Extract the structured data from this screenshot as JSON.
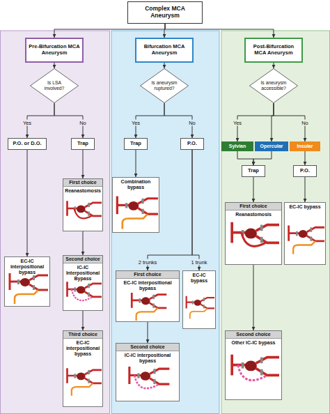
{
  "diagram": {
    "nodes": [
      {
        "text": [
          "Complex MCA Aneurysm"
        ]
      },
      {
        "text": [
          "Pre-Bifurcation MCA Aneurysm"
        ]
      },
      {
        "text": [
          "Bifurcation MCA Aneurysm"
        ]
      },
      {
        "text": [
          "Post-Bifurcation MCA Aneurysm"
        ]
      },
      {
        "text": [
          "Is LSA involved?"
        ]
      },
      {
        "text": [
          "Is aneurysm ruptured?"
        ]
      },
      {
        "text": [
          "Is aneurysm accessible?"
        ]
      },
      {
        "text": [
          "P.O. or D.O."
        ]
      },
      {
        "text": [
          "Trap"
        ]
      },
      {
        "text": [
          "Trap"
        ]
      },
      {
        "text": [
          "P.O."
        ]
      },
      {
        "text": [
          "Sylvian"
        ]
      },
      {
        "text": [
          "Opercular"
        ]
      },
      {
        "text": [
          "Insular"
        ]
      },
      {
        "text": [
          "Trap"
        ]
      },
      {
        "text": [
          "P.O."
        ]
      },
      {
        "text": [
          "First choice",
          "Reanastomosis"
        ]
      },
      {
        "text": [
          "EC-IC interpositional bypass"
        ]
      },
      {
        "text": [
          "Second choice",
          "IC-IC Interpositional Bypass"
        ]
      },
      {
        "text": [
          "Third choice",
          "EC-IC interpositional bypass"
        ]
      },
      {
        "text": [
          "Combination bypass"
        ]
      },
      {
        "text": [
          "First choice",
          "EC-IC interpositional bypass"
        ]
      },
      {
        "text": [
          "EC-IC bypass"
        ]
      },
      {
        "text": [
          "Second choice",
          "IC-IC interpositional bypass"
        ]
      },
      {
        "text": [
          "First choice",
          "Reanastomosis"
        ]
      },
      {
        "text": [
          "EC-IC bypass"
        ]
      },
      {
        "text": [
          "Second choice",
          "Other IC-IC bypass"
        ]
      }
    ],
    "edges": [
      {
        "from": 0,
        "to": 1,
        "arrow": "to"
      },
      {
        "from": 0,
        "to": 2,
        "arrow": "to"
      },
      {
        "from": 0,
        "to": 3,
        "arrow": "to"
      },
      {
        "from": 1,
        "to": 4,
        "arrow": "to"
      },
      {
        "from": 2,
        "to": 5,
        "arrow": "to"
      },
      {
        "from": 3,
        "to": 6,
        "arrow": "to"
      },
      {
        "from": 4,
        "to": 7,
        "label": "Yes",
        "arrow": "to"
      },
      {
        "from": 4,
        "to": 8,
        "label": "No",
        "arrow": "to"
      },
      {
        "from": 5,
        "to": 9,
        "label": "Yes",
        "arrow": "to"
      },
      {
        "from": 5,
        "to": 10,
        "label": "No",
        "arrow": "to"
      },
      {
        "from": 6,
        "to": 11,
        "label": "Yes",
        "arrow": "to"
      },
      {
        "from": 6,
        "to": 12,
        "arrow": "to"
      },
      {
        "from": 6,
        "to": 13,
        "label": "No",
        "arrow": "to"
      },
      {
        "from": 7,
        "to": 17,
        "arrow": "to"
      },
      {
        "from": 8,
        "to": 16,
        "arrow": "to"
      },
      {
        "from": 16,
        "to": 18,
        "arrow": "to"
      },
      {
        "from": 18,
        "to": 19,
        "arrow": "to"
      },
      {
        "from": 9,
        "to": 20,
        "arrow": "to"
      },
      {
        "from": 10,
        "to": 21,
        "label": "2 trunks",
        "arrow": "to"
      },
      {
        "from": 10,
        "to": 22,
        "label": "1 trunk",
        "arrow": "to"
      },
      {
        "from": 21,
        "to": 23,
        "arrow": "to"
      },
      {
        "from": 11,
        "to": 14,
        "arrow": "to"
      },
      {
        "from": 12,
        "to": 14,
        "arrow": "to"
      },
      {
        "from": 14,
        "to": 24,
        "arrow": "to"
      },
      {
        "from": 24,
        "to": 26,
        "arrow": "to"
      },
      {
        "from": 13,
        "to": 15,
        "arrow": "to"
      },
      {
        "from": 15,
        "to": 25,
        "arrow": "to"
      }
    ]
  }
}
